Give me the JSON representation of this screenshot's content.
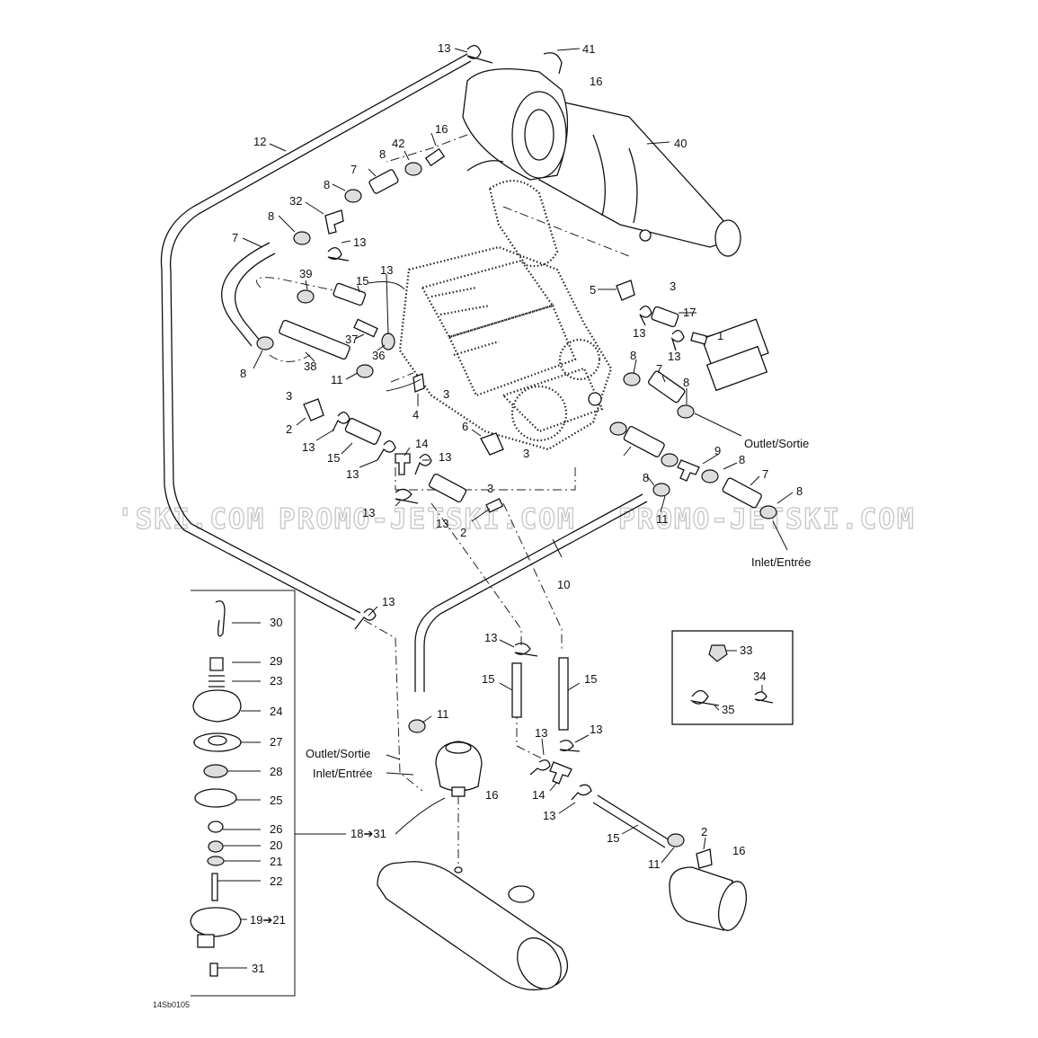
{
  "diagram_code": "14Sb0105",
  "watermark": [
    "'SKI.COM",
    "PROMO-JETSKI.COM",
    "PROMO-JETSKI.COM"
  ],
  "labels": {
    "outlet_top": "Outlet/Sortie",
    "inlet_right": "Inlet/Entrée",
    "outlet_left": "Outlet/Sortie",
    "inlet_left": "Inlet/Entrée",
    "kit_range": "18➔31",
    "kit_range_small": "19➔21"
  },
  "callouts": [
    "13",
    "41",
    "16",
    "40",
    "12",
    "16",
    "42",
    "8",
    "7",
    "8",
    "32",
    "8",
    "7",
    "13",
    "39",
    "15",
    "13",
    "5",
    "3",
    "17",
    "1",
    "13",
    "13",
    "37",
    "36",
    "8",
    "38",
    "11",
    "8",
    "7",
    "8",
    "3",
    "3",
    "4",
    "2",
    "6",
    "3",
    "13",
    "14",
    "15",
    "13",
    "13",
    "9",
    "8",
    "7",
    "8",
    "13",
    "2",
    "3",
    "10",
    "13",
    "11",
    "8",
    "30",
    "29",
    "23",
    "24",
    "27",
    "28",
    "25",
    "26",
    "20",
    "21",
    "22",
    "19➔21",
    "31",
    "13",
    "33",
    "15",
    "15",
    "34",
    "35",
    "11",
    "13",
    "13",
    "14",
    "16",
    "13",
    "15",
    "2",
    "16",
    "11"
  ],
  "colors": {
    "ink": "#111111",
    "paper": "#ffffff",
    "watermark": "#c9c9c9"
  }
}
